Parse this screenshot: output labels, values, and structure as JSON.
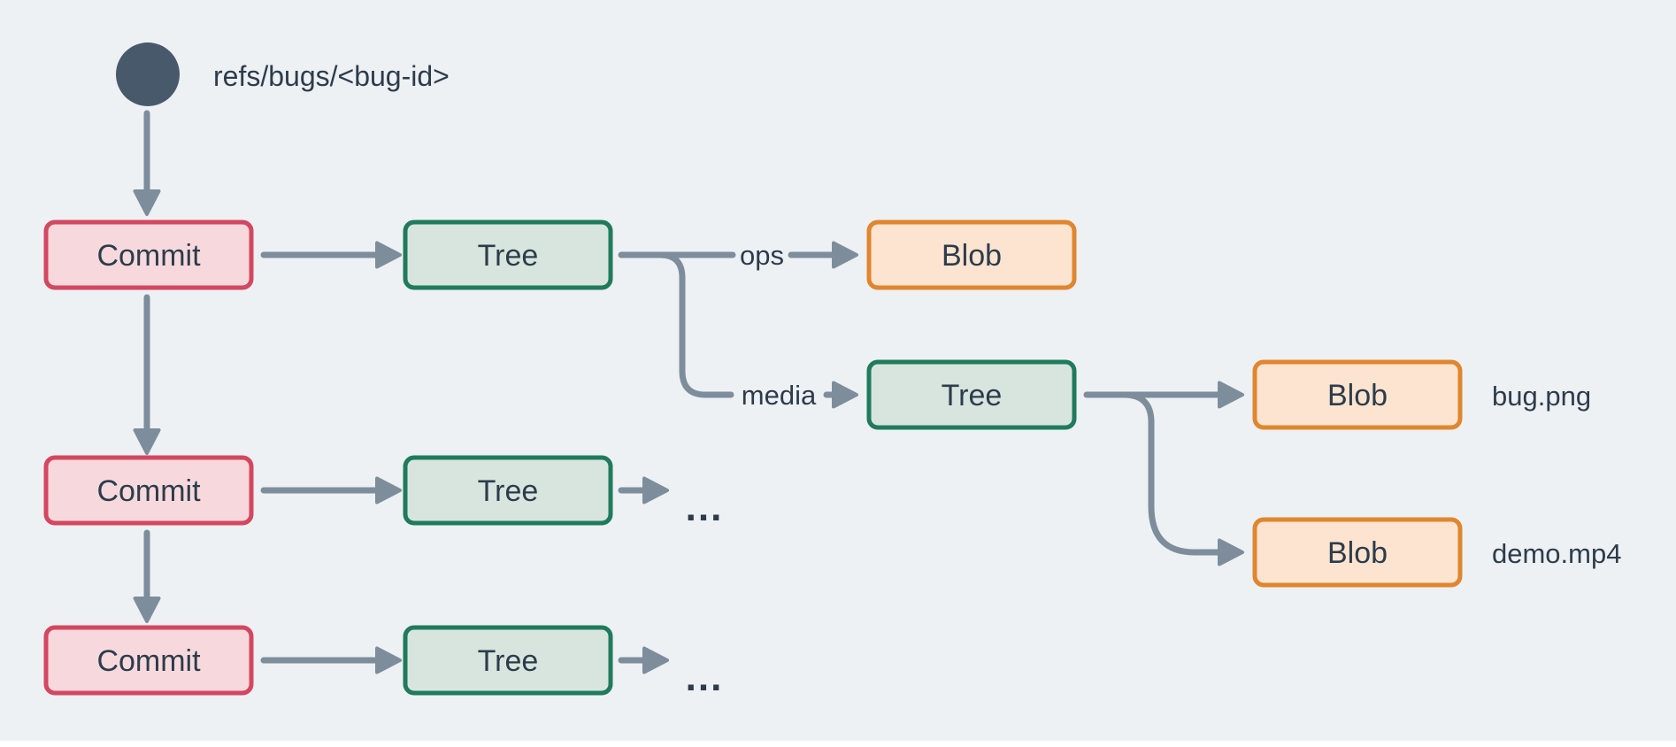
{
  "colors": {
    "background": "#edf1f4",
    "arrow": "#7d8d9b",
    "ref_circle": "#48596b",
    "text": "#2d3c4b",
    "commit_fill": "#f7d9dd",
    "commit_border": "#d34760",
    "tree_fill": "#d7e5de",
    "tree_border": "#207a5c",
    "blob_fill": "#fce4d0",
    "blob_border": "#e0862f"
  },
  "labels": {
    "ref": "refs/bugs/<bug-id>",
    "commit": "Commit",
    "tree": "Tree",
    "blob": "Blob",
    "ops": "ops",
    "media": "media",
    "bug_file": "bug.png",
    "demo_file": "demo.mp4",
    "ellipsis": "..."
  },
  "graph": {
    "ref_name": "refs/bugs/<bug-id>",
    "ref_points_to": "Commit",
    "commit_chain_length": 3,
    "root_tree_entries": [
      {
        "name": "ops",
        "target": "Blob"
      },
      {
        "name": "media",
        "target": "Tree"
      }
    ],
    "media_tree_entries": [
      {
        "name": "bug.png",
        "target": "Blob"
      },
      {
        "name": "demo.mp4",
        "target": "Blob"
      }
    ],
    "older_commit_trees": "..."
  }
}
